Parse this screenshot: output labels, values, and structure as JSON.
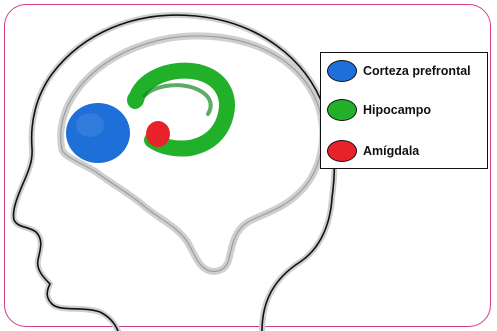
{
  "legend": {
    "items": [
      {
        "label": "Corteza prefrontal",
        "color": "#1f6fd8"
      },
      {
        "label": "Hipocampo",
        "color": "#22b02b"
      },
      {
        "label": "Amígdala",
        "color": "#e8222a"
      }
    ]
  },
  "colors": {
    "frame_border": "#d23d8a",
    "head_outline": "#111111",
    "brain_outline": "#cfcfcf",
    "prefrontal_cortex": "#1f6fd8",
    "hippocampus": "#22b02b",
    "amygdala": "#e8222a"
  }
}
